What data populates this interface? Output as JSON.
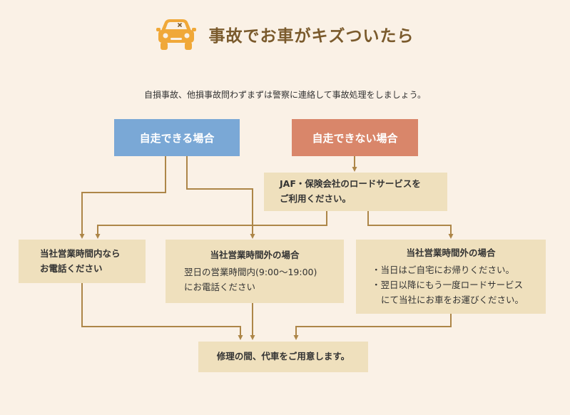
{
  "header": {
    "icon": "car-icon",
    "title": "事故でお車がキズついたら"
  },
  "intro": "自損事故、他損事故問わずまずは警察に連絡して事故処理をしましょう。",
  "colors": {
    "background": "#faf1e6",
    "blue": "#7aa8d6",
    "orange": "#d9866a",
    "beige": "#efe0bd",
    "arrow": "#ad8648",
    "title": "#7a5a2c"
  },
  "flow": {
    "drivable": "自走できる場合",
    "not_drivable": "自走できない場合",
    "road_service": [
      "JAF・保険会社のロードサービスを",
      "ご利用ください。"
    ],
    "within_hours": [
      "当社営業時間内なら",
      "お電話ください"
    ],
    "outside_hours_a": {
      "title": "当社営業時間外の場合",
      "lines": [
        "翌日の営業時間内(9:00〜19:00)",
        "にお電話ください"
      ]
    },
    "outside_hours_b": {
      "title": "当社営業時間外の場合",
      "lines": [
        "・当日はご自宅にお帰りください。",
        "・翌日以降にもう一度ロードサービス",
        "にて当社にお車をお運びください。"
      ]
    },
    "replacement": "修理の間、代車をご用意します。"
  }
}
